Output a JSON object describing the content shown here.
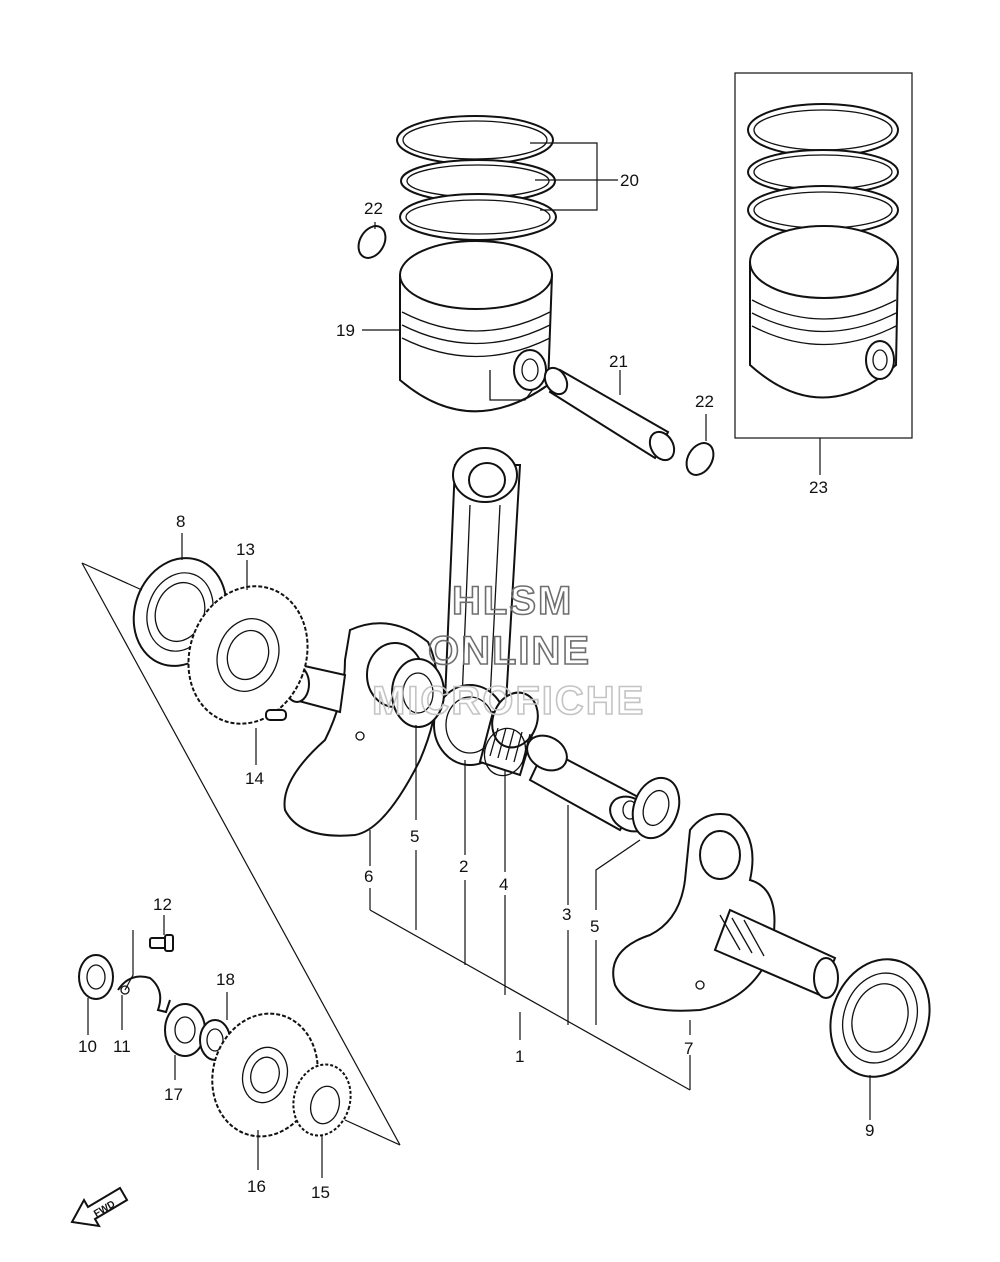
{
  "watermark": {
    "line1": "HLSM",
    "line2": "ONLINE",
    "line3": "MICROFICHE"
  },
  "fwd_label": "FWD",
  "callouts": [
    {
      "id": "c1",
      "text": "1"
    },
    {
      "id": "c2",
      "text": "2"
    },
    {
      "id": "c3",
      "text": "3"
    },
    {
      "id": "c4",
      "text": "4"
    },
    {
      "id": "c5a",
      "text": "5"
    },
    {
      "id": "c5b",
      "text": "5"
    },
    {
      "id": "c6",
      "text": "6"
    },
    {
      "id": "c7",
      "text": "7"
    },
    {
      "id": "c8",
      "text": "8"
    },
    {
      "id": "c9",
      "text": "9"
    },
    {
      "id": "c10",
      "text": "10"
    },
    {
      "id": "c11",
      "text": "11"
    },
    {
      "id": "c12",
      "text": "12"
    },
    {
      "id": "c13",
      "text": "13"
    },
    {
      "id": "c14",
      "text": "14"
    },
    {
      "id": "c15",
      "text": "15"
    },
    {
      "id": "c16",
      "text": "16"
    },
    {
      "id": "c17",
      "text": "17"
    },
    {
      "id": "c18",
      "text": "18"
    },
    {
      "id": "c19",
      "text": "19"
    },
    {
      "id": "c20",
      "text": "20"
    },
    {
      "id": "c21",
      "text": "21"
    },
    {
      "id": "c22a",
      "text": "22"
    },
    {
      "id": "c22b",
      "text": "22"
    },
    {
      "id": "c23",
      "text": "23"
    }
  ]
}
